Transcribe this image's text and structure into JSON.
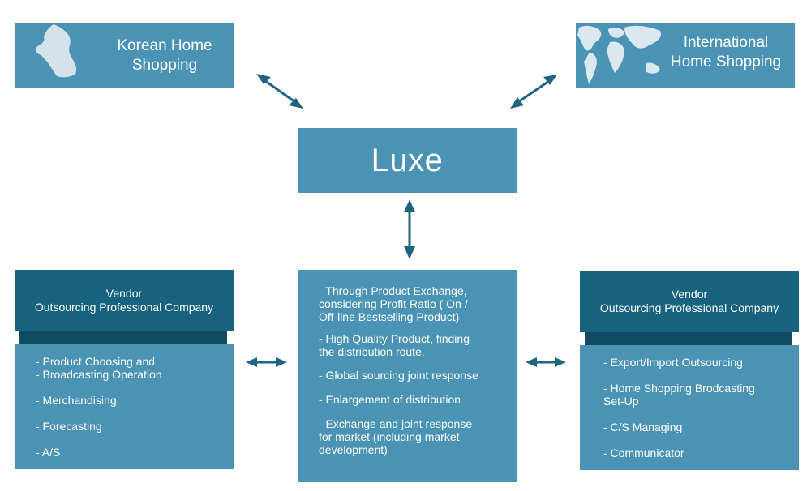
{
  "nodes": {
    "korean_home_shopping": {
      "label": "Korean Home\nShopping",
      "icon": "korea-map-icon"
    },
    "international_home_shopping": {
      "label": "International\nHome Shopping",
      "icon": "world-map-icon"
    },
    "luxe": {
      "label": "Luxe"
    },
    "vendor_left": {
      "title": "Vendor\nOutsourcing Professional Company",
      "items": [
        "- Product Choosing and\n- Broadcasting Operation",
        "- Merchandising",
        "- Forecasting",
        "- A/S"
      ]
    },
    "vendor_right": {
      "title": "Vendor\nOutsourcing Professional Company",
      "items": [
        "- Export/Import   Outsourcing",
        "- Home Shopping Brodcasting\nSet-Up",
        "- C/S Managing",
        "- Communicator"
      ]
    },
    "center": {
      "items": [
        "- Through Product Exchange,\nconsidering Profit Ratio ( On /\nOff-line Bestselling Product)",
        "- High Quality Product, finding\nthe distribution route.",
        "- Global   sourcing joint response",
        "- Enlargement of distribution",
        "- Exchange and joint response\nfor market (including market\ndevelopment)"
      ]
    }
  },
  "colors": {
    "box": "#4a93b4",
    "header": "#17627e",
    "strip": "#0f4a60",
    "arrow": "#1e6584",
    "text": "#ffffff"
  },
  "connections": [
    {
      "from": "korean_home_shopping",
      "to": "luxe",
      "style": "double-arrow"
    },
    {
      "from": "international_home_shopping",
      "to": "luxe",
      "style": "double-arrow"
    },
    {
      "from": "luxe",
      "to": "center",
      "style": "double-arrow"
    },
    {
      "from": "vendor_left",
      "to": "center",
      "style": "double-arrow"
    },
    {
      "from": "center",
      "to": "vendor_right",
      "style": "double-arrow"
    }
  ]
}
